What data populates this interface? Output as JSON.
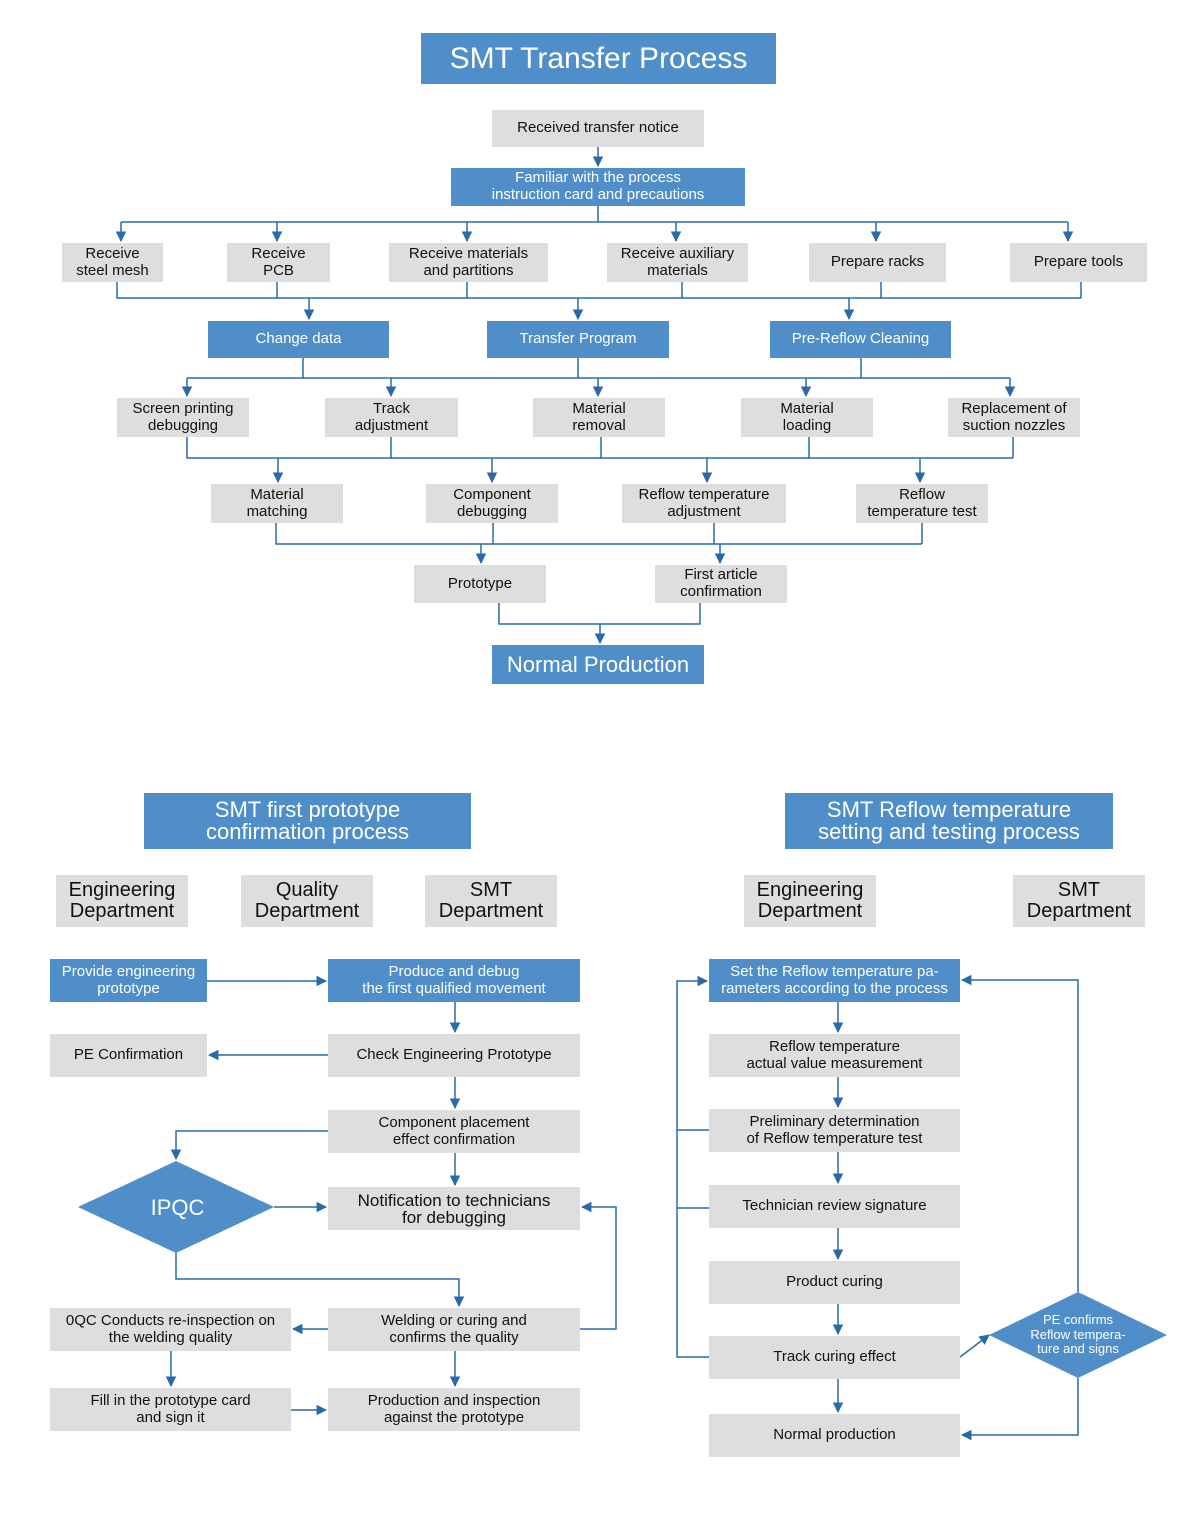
{
  "colors": {
    "accent": "#4f8ec8",
    "box": "#dedede",
    "line": "#2a6aa8"
  },
  "transfer": {
    "title": "SMT Transfer Process",
    "received": "Received transfer notice",
    "familiar": "Familiar with the process\ninstruction card and precautions",
    "receive_steel_mesh": "Receive\nsteel mesh",
    "receive_pcb": "Receive\nPCB",
    "receive_materials": "Receive materials\nand partitions",
    "receive_auxiliary": "Receive auxiliary\nmaterials",
    "prepare_racks": "Prepare racks",
    "prepare_tools": "Prepare tools",
    "change_data": "Change data",
    "transfer_program": "Transfer Program",
    "pre_reflow": "Pre-Reflow Cleaning",
    "screen_printing": "Screen printing\ndebugging",
    "track_adjustment": "Track\nadjustment",
    "material_removal": "Material\nremoval",
    "material_loading": "Material\nloading",
    "replacement_nozzles": "Replacement of\nsuction nozzles",
    "material_matching": "Material\nmatching",
    "component_debugging": "Component\ndebugging",
    "reflow_adjustment": "Reflow temperature\nadjustment",
    "reflow_test": "Reflow\ntemperature test",
    "prototype": "Prototype",
    "first_article": "First article\nconfirmation",
    "normal_production": "Normal Production"
  },
  "prototype_process": {
    "title": "SMT first prototype\nconfirmation process",
    "dept_engineering": "Engineering\nDepartment",
    "dept_quality": "Quality\nDepartment",
    "dept_smt": "SMT\nDepartment",
    "provide_prototype": "Provide engineering\nprototype",
    "produce_debug": "Produce and debug\nthe first qualified movement",
    "pe_confirmation": "PE Confirmation",
    "check_prototype": "Check Engineering Prototype",
    "placement_effect": "Component placement\neffect confirmation",
    "ipqc": "IPQC",
    "notification": "Notification to technicians\nfor debugging",
    "oqc_reinspection": "0QC Conducts re-inspection on\nthe welding quality",
    "welding_curing": "Welding or curing and\nconfirms the quality",
    "fill_card": "Fill in the prototype card\nand sign it",
    "production_inspection": "Production and inspection\nagainst the prototype"
  },
  "reflow_process": {
    "title": "SMT Reflow temperature\nsetting and testing process",
    "dept_engineering": "Engineering\nDepartment",
    "dept_smt": "SMT\nDepartment",
    "set_params": "Set the Reflow temperature pa-\nrameters according to the process",
    "actual_measure": "Reflow temperature\nactual value measurement",
    "preliminary": "Preliminary determination\nof Reflow temperature test",
    "technician_review": "Technician review signature",
    "product_curing": "Product curing",
    "track_curing": "Track curing effect",
    "normal_production": "Normal production",
    "pe_confirms": "PE confirms\nReflow tempera-\nture and signs"
  }
}
